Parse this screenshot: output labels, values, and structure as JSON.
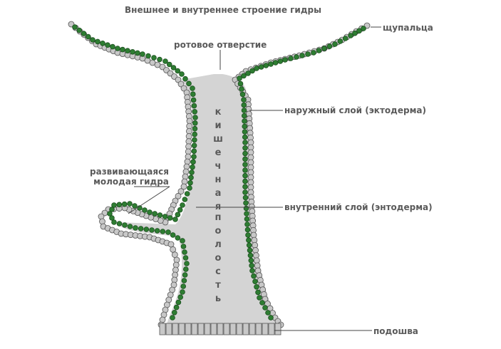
{
  "title": "Внешнее и внутреннее строение гидры",
  "labels": {
    "tentacles": "щупальца",
    "mouth": "ротовое отверстие",
    "ectoderm": "наружный слой (эктодерма)",
    "bud_line1": "развивающаяся",
    "bud_line2": "молодая гидра",
    "endoderm": "внутренний слой (энтодерма)",
    "sole": "подошва"
  },
  "cavity_words": [
    "кишечная",
    "полость"
  ],
  "colors": {
    "cavity": "#d4d4d4",
    "ectoderm_cell": "#c8c8c8",
    "endoderm_cell": "#2e7d32",
    "outline": "#555555",
    "label_text": "#5a5a5a"
  }
}
